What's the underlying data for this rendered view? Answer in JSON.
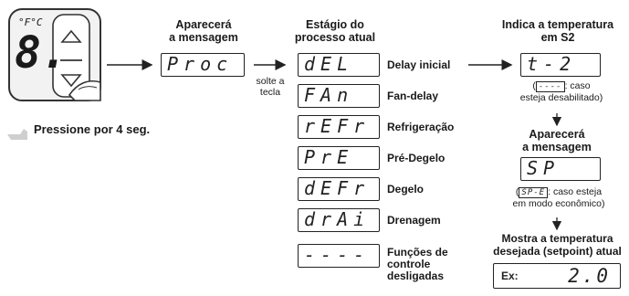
{
  "device": {
    "unit_label": "°F°C",
    "digit": "8."
  },
  "step1": {
    "header_line1": "Aparecerá",
    "header_line2": "a mensagem",
    "display": "Proc",
    "note_line1": "solte a",
    "note_line2": "tecla"
  },
  "press_note": "Pressione por 4 seg.",
  "step2": {
    "header_line1": "Estágio do",
    "header_line2": "processo atual",
    "stages": [
      {
        "display": "dEL",
        "label": "Delay inicial"
      },
      {
        "display": "FAn",
        "label": "Fan-delay"
      },
      {
        "display": "rEFr",
        "label": "Refrigeração"
      },
      {
        "display": "PrE",
        "label": "Pré-Degelo"
      },
      {
        "display": "dEFr",
        "label": "Degelo"
      },
      {
        "display": "drAi",
        "label": "Drenagem"
      },
      {
        "display": "----",
        "label_lines": [
          "Funções de",
          "controle",
          "desligadas"
        ]
      }
    ]
  },
  "step3": {
    "header_line1": "Indica a temperatura",
    "header_line2": "em S2",
    "display": "t-2",
    "note_open": "(",
    "note_mini": "----",
    "note_rest": ": caso",
    "note_line2": "esteja desabilitado)"
  },
  "step4": {
    "header_line1": "Aparecerá",
    "header_line2": "a mensagem",
    "display": "SP",
    "note_open": "(",
    "note_mini": "SP-E",
    "note_rest": ": caso esteja",
    "note_line2": "em modo econômico)"
  },
  "step5": {
    "header_line1": "Mostra a temperatura",
    "header_line2": "desejada (setpoint) atual",
    "ex_label": "Ex:",
    "display": "2.0"
  }
}
